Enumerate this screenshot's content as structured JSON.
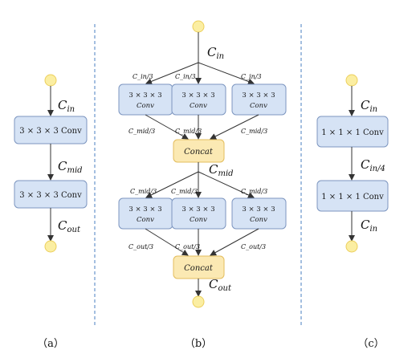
{
  "panel_a": {
    "conv1": "3 × 3 × 3 Conv",
    "conv2": "3 × 3 × 3 Conv",
    "c_in": "C_in",
    "c_mid": "C_mid",
    "c_out": "C_out",
    "caption": "（a）"
  },
  "panel_b": {
    "c_in": "C_in",
    "c_mid": "C_mid",
    "c_out": "C_out",
    "top_split_labels": [
      "C_in/3",
      "C_in/3",
      "C_in/3"
    ],
    "top_conv_lines": [
      "3 × 3 × 3",
      "Conv"
    ],
    "top_merge_labels": [
      "C_mid/3",
      "C_mid/3",
      "C_mid/3"
    ],
    "concat1": "Concat",
    "bottom_split_labels": [
      "C_mid/3",
      "C_mid/3",
      "C_mid/3"
    ],
    "bottom_conv_lines": [
      "3 × 3 × 3",
      "Conv"
    ],
    "bottom_merge_labels": [
      "C_out/3",
      "C_out/3",
      "C_out/3"
    ],
    "concat2": "Concat",
    "caption": "（b）"
  },
  "panel_c": {
    "conv1": "1 × 1 × 1 Conv",
    "conv2": "1 × 1 × 1 Conv",
    "c_in_top": "C_in",
    "c_in_div4": "C_in/4",
    "c_in_bottom": "C_in",
    "caption": "（c）"
  },
  "colors": {
    "conv_fill": "#d6e3f5",
    "conv_border": "#7d96c0",
    "concat_fill": "#fbe9b3",
    "node_fill": "#fbeea2",
    "divider": "#4a7fc1"
  }
}
